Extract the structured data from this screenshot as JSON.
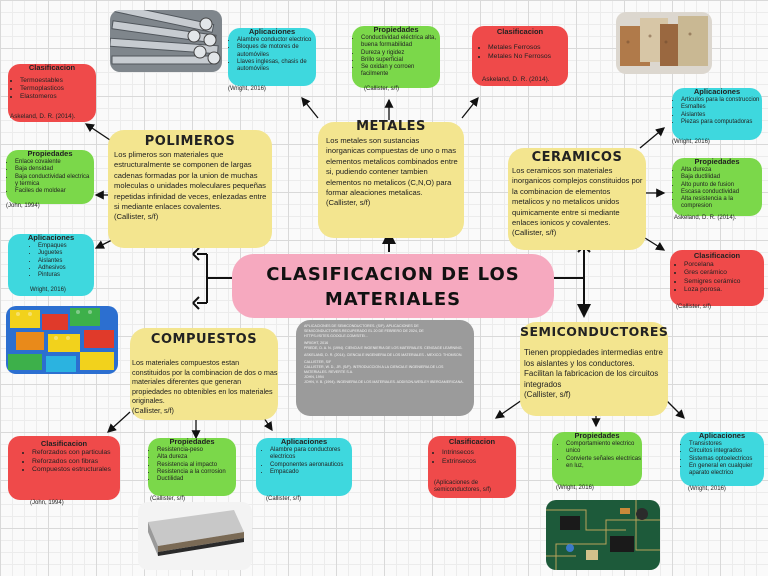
{
  "center_title": "CLASIFICACION DE LOS MATERIALES",
  "metales": {
    "title": "METALES",
    "text": "Los metales son sustancias inorganicas compuestas de uno o mas elementos metalicos combinados entre si, pudiendo contener tambien elementos no metalicos (C,N,O) para formar aleaciones metalicas.",
    "cite": "(Callister, s/f)",
    "aplicaciones": {
      "title": "Aplicaciones",
      "items": [
        "Alambre conductor electrico",
        "Bloques de motores de automóviles",
        "Llaves inglesas, chasis de automóviles"
      ],
      "cite": "(Wright, 2016)"
    },
    "propiedades": {
      "title": "Propiedades",
      "items": [
        "Conductividad eléctrica alta, buena formabilidad",
        "Dureza y rigidez",
        "Brillo superficial",
        "Se oxidan y corroen facilmente"
      ],
      "cite": "(Callister, s/f)"
    },
    "clasificacion": {
      "title": "Clasificacion",
      "items": [
        "Metales Ferrosos",
        "Metales No Ferrosos"
      ],
      "cite": "Askeland, D. R. (2014)."
    }
  },
  "polimeros": {
    "title": "POLIMEROS",
    "text": "Los plimeros son materiales que estructuralmente se componen de largas cadenas formadas por la union de muchas moleculas o unidades moleculares pequeñas repetidas infinidad de veces, enlezadas entre si mediante enlaces covalentes.",
    "cite": "(Callister, s/f)",
    "clasificacion": {
      "title": "Clasificacion",
      "items": [
        "Termoestables",
        "Termoplasticos",
        "Elastomeros"
      ],
      "cite": "Askeland, D. R. (2014)."
    },
    "propiedades": {
      "title": "Propiedades",
      "items": [
        "Enlace covalente",
        "Baja densidad",
        "Baja conductividad electrica y termica",
        "Faciles de moldear"
      ],
      "cite": "(John, 1994)"
    },
    "aplicaciones": {
      "title": "Aplicaciones",
      "items": [
        "Empaques",
        "Juguetes",
        "Aislantes",
        "Adhesivos",
        "Pinturas"
      ],
      "cite": "Wright, 2016)"
    }
  },
  "ceramicos": {
    "title": "CERAMICOS",
    "text": "Los ceramicos son materiales inorganicos complejos constituidos por la combinacion de elementos metalicos y no metalicos unidos quimicamente entre si mediante enlaces ionicos y covalentes.",
    "cite": "(Callister, s/f)",
    "aplicaciones": {
      "title": "Aplicaciones",
      "items": [
        "Articulos para la construccion",
        "Esmaltes",
        "Aislantes",
        "Piezas para computadoras"
      ],
      "cite": "(Wright, 2016)"
    },
    "propiedades": {
      "title": "Propiedades",
      "items": [
        "Alta dureza",
        "Baja ductilidad",
        "Alto punto de fusion",
        "Escasa conductividad",
        "Alta resistencia a la compresion"
      ],
      "cite": "Askeland, D. R. (2014)."
    },
    "clasificacion": {
      "title": "Clasificacion",
      "items": [
        "Porcelana",
        "Gres cerámico",
        "Semigres cerámico",
        "Loza porosa."
      ],
      "cite": "(Callister, s/f)"
    }
  },
  "compuestos": {
    "title": "COMPUESTOS",
    "text": "Los materiales compuestos estan constituidos por la combinacion de dos o mas materiales diferentes que generan propiedades no obtenibles en los materiales originales.",
    "cite": "(Callister, s/f)",
    "clasificacion": {
      "title": "Clasificacion",
      "items": [
        "Reforzados con particulas",
        "Reforzados con fibras",
        "Compuestos estructurales"
      ],
      "cite": "(John, 1994)"
    },
    "propiedades": {
      "title": "Propiedades",
      "items": [
        "Resistencia-peso",
        "Alta dureza",
        "Resistencia al impacto",
        "Resistencia a la corrosion",
        "Ductilidad"
      ],
      "cite": "(Callister, s/f)"
    },
    "aplicaciones": {
      "title": "Aplicaciones",
      "items": [
        "Alambre para conductores electricos",
        "Componentes aeronauticos",
        "Empacado"
      ],
      "cite": "(Callister, s/f)"
    }
  },
  "semiconductores": {
    "title": "SEMICONDUCTORES",
    "text": "Tienen proppiedades intermedias entre los aislantes y los conductores. Facilitan la fabricacion de los circuitos integrados",
    "cite": "(Callister, s/f)",
    "clasificacion": {
      "title": "Clasificacion",
      "items": [
        "Intrinsecos",
        "Extrinsecos"
      ],
      "cite": "(Aplicaciones de semiconductores, s/f)"
    },
    "propiedades": {
      "title": "Propiedades",
      "items": [
        "Comportamiento electrico unico",
        "Convierte señales electricas en luz,"
      ],
      "cite": "(Wright, 2016)"
    },
    "aplicaciones": {
      "title": "Aplicaciones",
      "items": [
        "Transistores",
        "Circuitos integrados",
        "Sistemas optoelectricos",
        "En general en cualquier aparato electrico"
      ],
      "cite": "(Wright, 2016)"
    }
  },
  "references": [
    "APLICACIONES DE SEMICONDUCTORES. (S/F). APLICACIONES DE SEMICONDUCTORES.RECUPERADO EL 20 DE FEBRERO DE 2024, DE HTTPS://SITES.GOOGLE.COM/SITE/...",
    "WRIGHT, 2016",
    "PRIEDE, D. A. N. (1994). CIENCIA E INGENIERIA DE LOS MATERIALES. CENGAGE LEARNING.",
    "ASKELAND, D. R. (2014). CIENCIA E INGENIERIA DE LOS MATERIALES - MEXICO: THOMSON.",
    "CALLISTER, S/F",
    "CALLISTER, W. D., JR. (S/F). INTRODUCCION A LA CIENCIA E INGENIERIA DE LOS MATERIALES. REVERTE S.A.",
    "JOHN, 1994",
    "JOHN, V. B. (1994). INGENIERIA DE LOS MATERIALES. ADDISON-WESLEY IBEROAMERICANA."
  ],
  "colors": {
    "yellow": "#f3e58f",
    "red": "#ef4a4a",
    "green": "#7bd84a",
    "cyan": "#3ed8de",
    "pink": "#f6a9bf",
    "gray": "#9b9b9b"
  }
}
